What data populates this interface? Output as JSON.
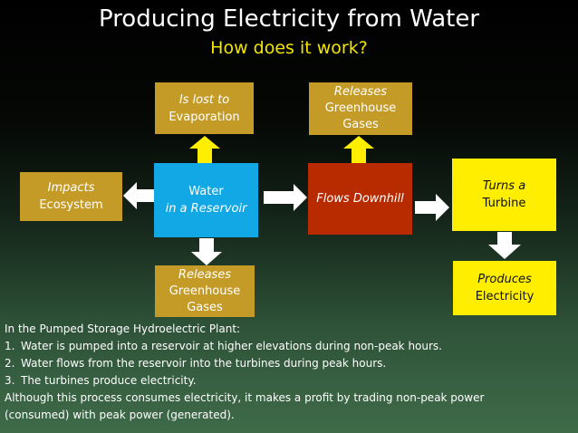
{
  "title": "Producing Electricity from Water",
  "subtitle": "How does it work?",
  "colors": {
    "gold": "#c59b28",
    "blue": "#12a8e6",
    "red": "#b82a00",
    "yellow": "#ffee00",
    "subtitle": "#f2e600",
    "arrow": "#ffffff"
  },
  "nodes": {
    "evaporation": {
      "line1": "Is lost to",
      "line2": "Evaporation"
    },
    "greenhouse_top": {
      "line1": "Releases",
      "line2": "Greenhouse",
      "line3": "Gases"
    },
    "ecosystem": {
      "line1": "Impacts",
      "line2": "Ecosystem"
    },
    "reservoir": {
      "line1": "Water",
      "line2": "in a Reservoir"
    },
    "downhill": {
      "line1": "Flows Downhill"
    },
    "turbine": {
      "line1": "Turns a",
      "line2": "Turbine"
    },
    "greenhouse_bottom": {
      "line1": "Releases",
      "line2": "Greenhouse",
      "line3": "Gases"
    },
    "electricity": {
      "line1": "Produces",
      "line2": "Electricity"
    }
  },
  "notes": {
    "heading": "In the Pumped Storage Hydroelectric Plant:",
    "steps": [
      {
        "num": "1.",
        "text": "Water is pumped into a reservoir at higher elevations during non-peak hours."
      },
      {
        "num": "2.",
        "text": "Water flows from the reservoir into the turbines during peak hours."
      },
      {
        "num": "3.",
        "text": "The turbines produce electricity."
      }
    ],
    "conclusion_line1": "Although this process consumes electricity, it makes a profit by trading non-peak power",
    "conclusion_line2": "(consumed) with peak power (generated)."
  }
}
